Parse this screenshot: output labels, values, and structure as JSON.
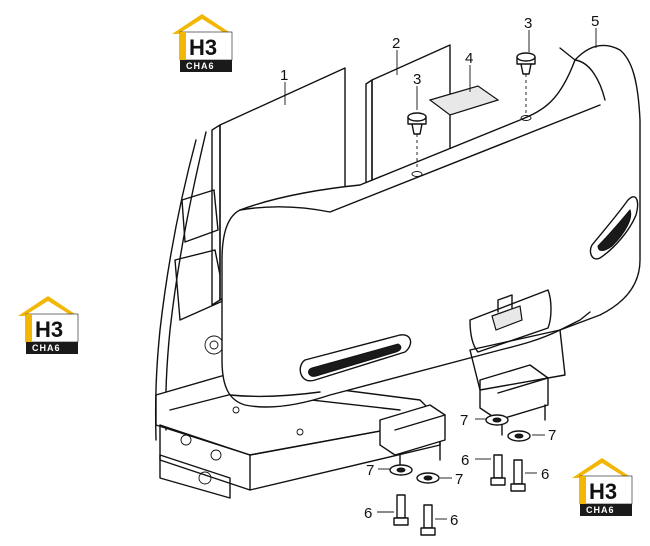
{
  "callouts": {
    "c1": "1",
    "c2": "2",
    "c3a": "3",
    "c3b": "3",
    "c4": "4",
    "c5": "5",
    "c6a": "6",
    "c6b": "6",
    "c6c": "6",
    "c6d": "6",
    "c7a": "7",
    "c7b": "7",
    "c7c": "7",
    "c7d": "7"
  },
  "logos": [
    {
      "top": "H3",
      "bottom": "CHA6"
    },
    {
      "top": "H3",
      "bottom": "CHA6"
    },
    {
      "top": "H3",
      "bottom": "CHA6"
    }
  ],
  "colors": {
    "logo_accent": "#f2b705",
    "logo_dark": "#1a1a1a",
    "line": "#111111"
  }
}
